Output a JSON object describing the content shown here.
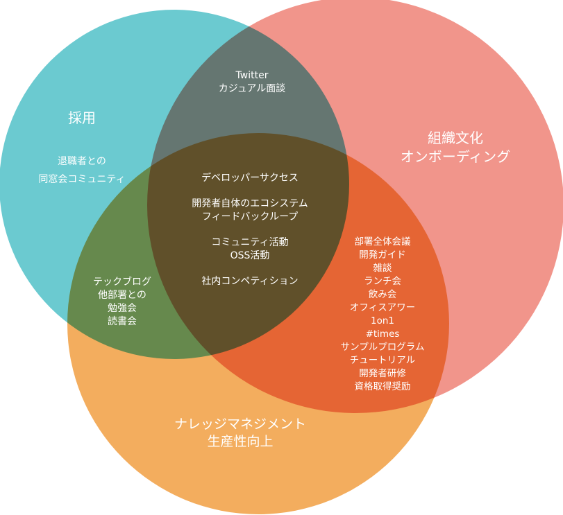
{
  "diagram": {
    "type": "venn",
    "colors": {
      "saiyo": "#5bc4cb",
      "soshiki": "#ef8a7e",
      "knowledge": "#f2a44c"
    },
    "circles": {
      "saiyo": {
        "label": "採用"
      },
      "soshiki": {
        "label": [
          "組織文化",
          "オンボーディング"
        ]
      },
      "knowledge": {
        "label": [
          "ナレッジマネジメント",
          "生産性向上"
        ]
      }
    },
    "regions": {
      "saiyo_only": [
        "退職者との",
        "同窓会コミュニティ"
      ],
      "saiyo_soshiki": [
        "Twitter",
        "カジュアル面談"
      ],
      "saiyo_knowledge": [
        "テックブログ",
        "他部署との",
        "勉強会",
        "読書会"
      ],
      "soshiki_knowledge": [
        "部署全体会議",
        "開発ガイド",
        "雑談",
        "ランチ会",
        "飲み会",
        "オフィスアワー",
        "1on1",
        "#times",
        "サンプルプログラム",
        "チュートリアル",
        "開発者研修",
        "資格取得奨励"
      ],
      "center": [
        "デベロッパーサクセス",
        "開発者自体のエコシステム",
        "フィードバックループ",
        "コミュニティ活動",
        "OSS活動",
        "社内コンペティション"
      ]
    }
  }
}
